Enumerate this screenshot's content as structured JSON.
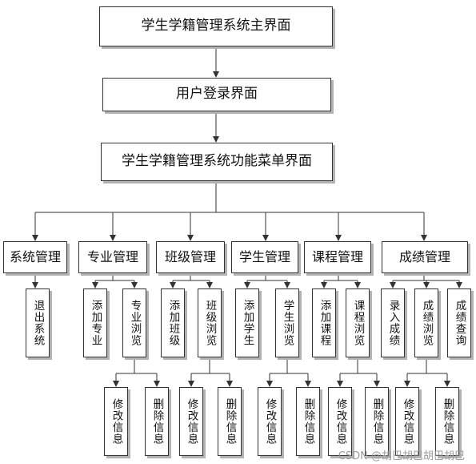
{
  "diagram": {
    "title_box": "学生学籍管理系统主界面",
    "login_box": "用户登录界面",
    "menu_box": "学生学籍管理系统功能菜单界面",
    "modules": [
      {
        "name": "系统管理",
        "functions": [
          {
            "label": "退出系统",
            "actions": []
          }
        ]
      },
      {
        "name": "专业管理",
        "functions": [
          {
            "label": "添加专业",
            "actions": []
          },
          {
            "label": "专业浏览",
            "actions": [
              "修改信息",
              "删除信息"
            ]
          }
        ]
      },
      {
        "name": "班级管理",
        "functions": [
          {
            "label": "添加班级",
            "actions": []
          },
          {
            "label": "班级浏览",
            "actions": [
              "修改信息",
              "删除信息"
            ]
          }
        ]
      },
      {
        "name": "学生管理",
        "functions": [
          {
            "label": "添加学生",
            "actions": []
          },
          {
            "label": "学生浏览",
            "actions": [
              "修改信息",
              "删除信息"
            ]
          }
        ]
      },
      {
        "name": "课程管理",
        "functions": [
          {
            "label": "添加课程",
            "actions": []
          },
          {
            "label": "课程浏览",
            "actions": [
              "修改信息",
              "删除信息"
            ]
          }
        ]
      },
      {
        "name": "成绩管理",
        "functions": [
          {
            "label": "录入成绩",
            "actions": []
          },
          {
            "label": "成绩浏览",
            "actions": [
              "修改信息",
              "删除信息"
            ]
          },
          {
            "label": "成绩查询",
            "actions": []
          }
        ]
      }
    ]
  },
  "watermark": "CSDN @胡巴胡巴胡巴胡巴",
  "colors": {
    "line": "#333333",
    "box_border": "#333333",
    "shadow": "#b3b3b3",
    "text": "#111111"
  }
}
